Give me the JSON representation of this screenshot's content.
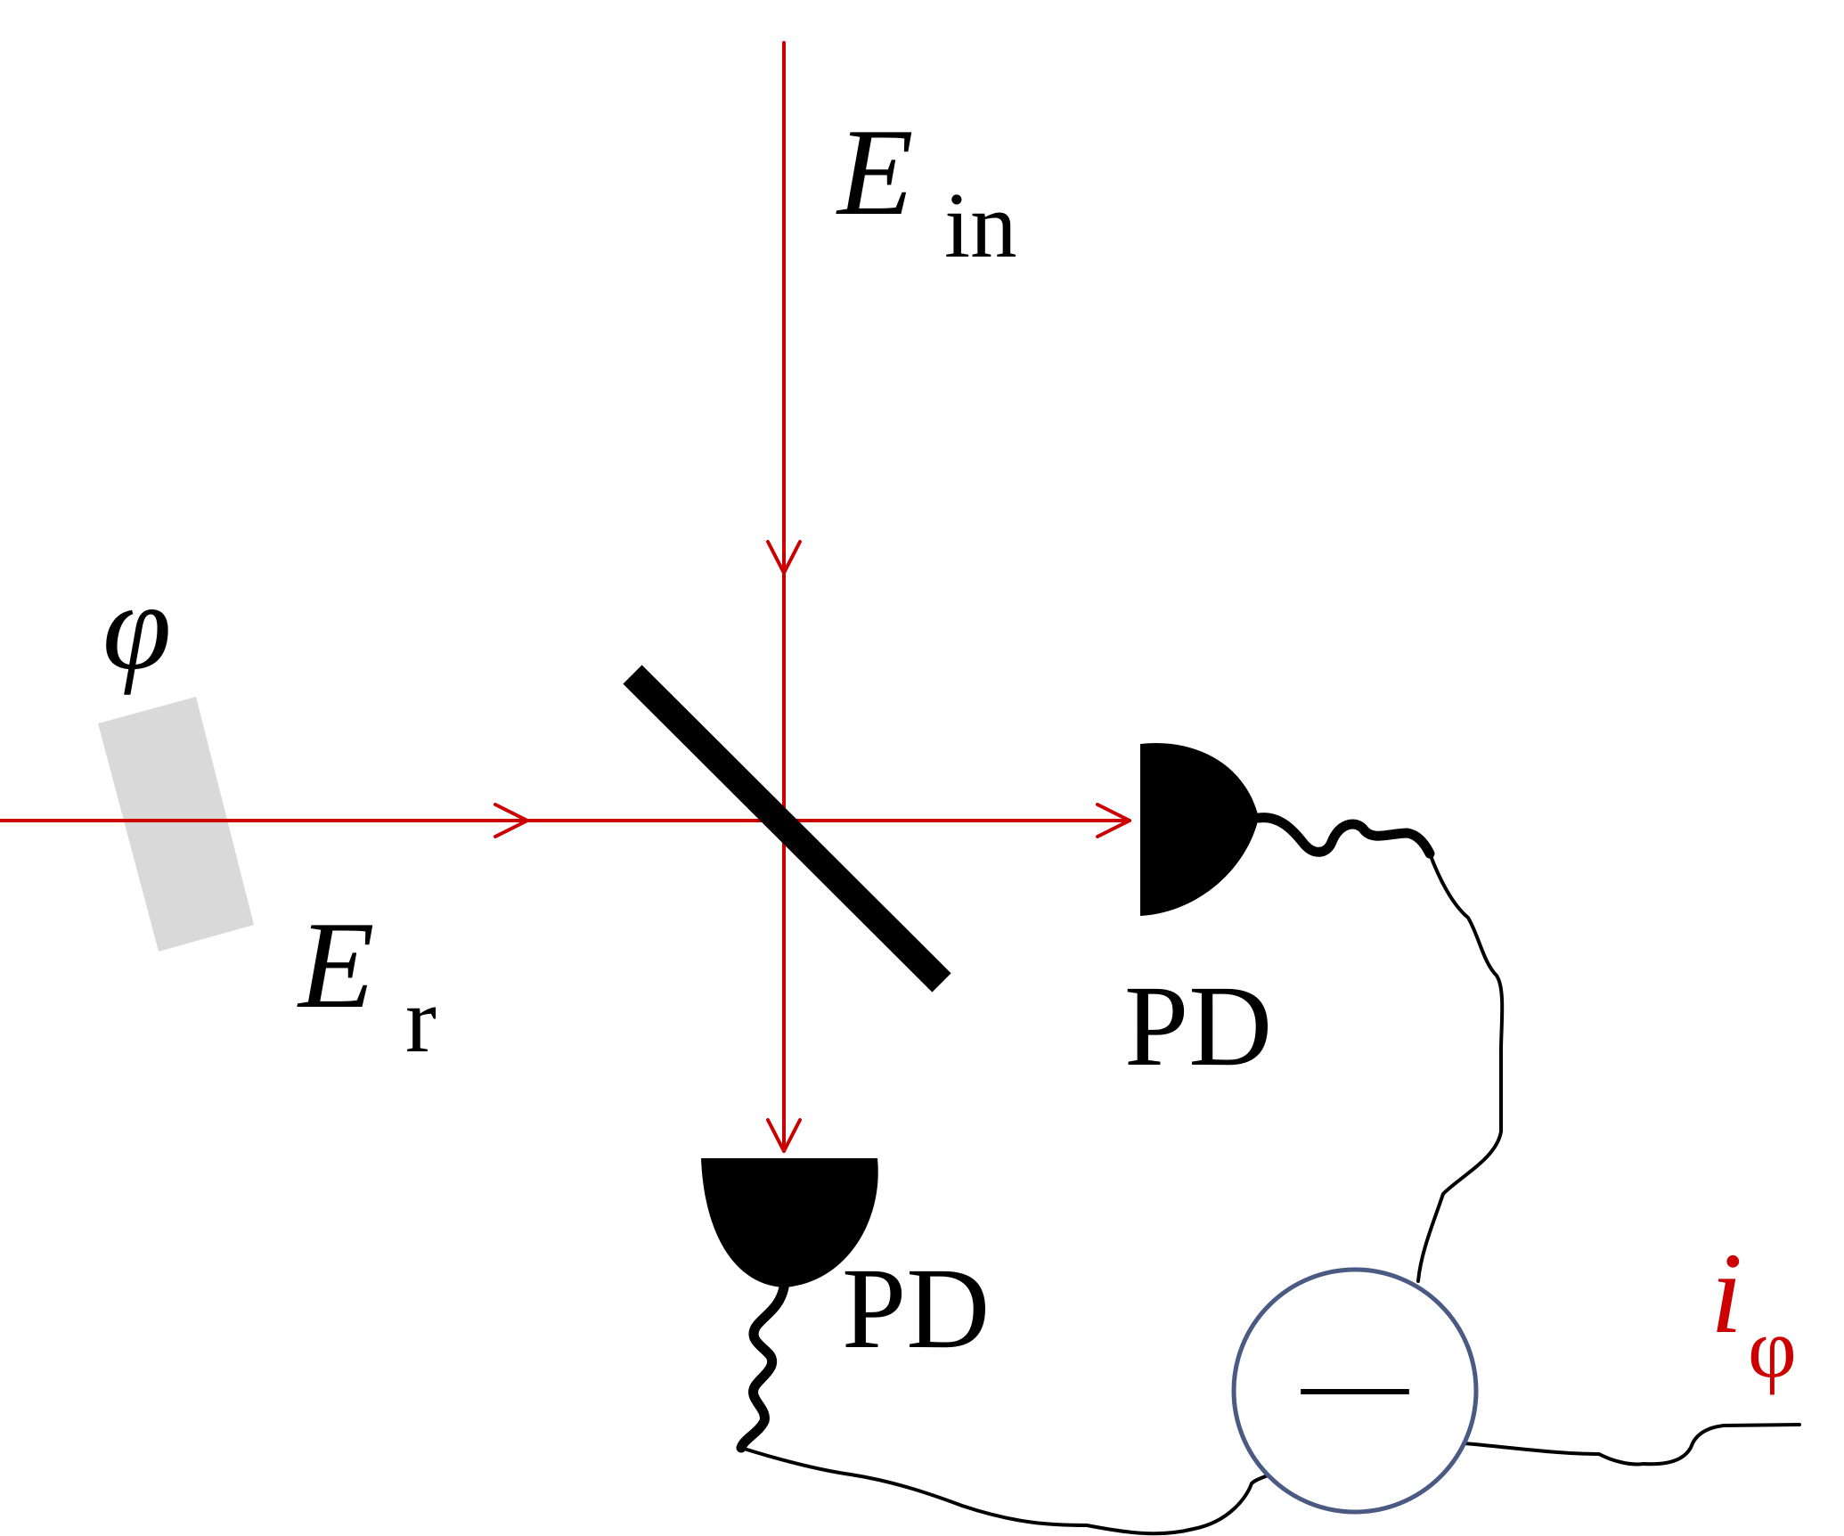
{
  "labels": {
    "e_in_main": "E",
    "e_in_sub": "in",
    "e_r_main": "E",
    "e_r_sub": "r",
    "phi": "φ",
    "pd_right": "PD",
    "pd_bottom": "PD",
    "i_phi_main": "i",
    "i_phi_sub": "φ",
    "subtractor_symbol": "—"
  },
  "colors": {
    "beam": "#cc0000",
    "output_label": "#cc0000",
    "component": "#000000",
    "phase_plate": "#d9d9d9",
    "subtractor_ring": "#4a5a82"
  },
  "icons": {
    "beam_splitter": "beam-splitter-icon",
    "phase_plate": "phase-plate-icon",
    "photodetector": "photodetector-icon",
    "subtractor": "subtractor-icon"
  }
}
